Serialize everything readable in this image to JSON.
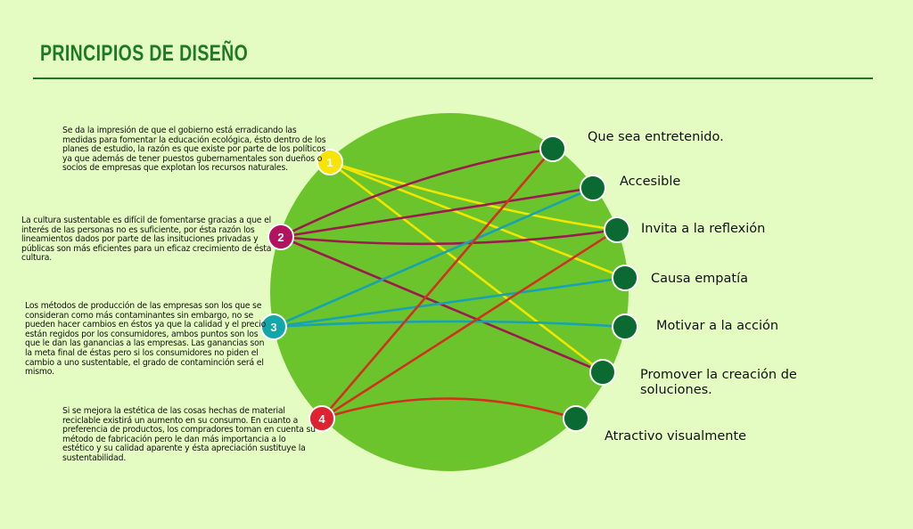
{
  "title": "PRINCIPIOS DE DISEÑO",
  "left_nodes": [
    {
      "number": "1",
      "color": "#f7e400",
      "line_color": "#f2e600",
      "text": "Se da la impresión de que el gobierno está erradicando las medidas para fomentar la educación ecológica, ésto dentro de los planes de estudio, la razón es que existe por parte de los políticos ya que además de tener puestos gubernamentales son dueños o socios de empresas que explotan los recursos naturales."
    },
    {
      "number": "2",
      "color": "#b3125f",
      "line_color": "#9c1a50",
      "text": "La cultura sustentable es difícil de fomentarse gracias a que el interés de las personas no es suficiente, por ésta razón los lineamientos dados por parte de las insituciones privadas y públicas son más eficientes para un eficaz crecimiento de ésta cultura."
    },
    {
      "number": "3",
      "color": "#13a6a8",
      "line_color": "#17a3b0",
      "text": "Los métodos de producción de las empresas son los que se consideran como más contaminantes sin embargo, no se pueden hacer cambios en éstos ya que la calidad y el precio están regidos por los consumidores, ambos puntos son los que le dan las ganancias a las empresas. Las ganancias son la meta final de éstas pero si los consumidores no piden el cambio a uno sustentable, el grado de contaminción será el mismo."
    },
    {
      "number": "4",
      "color": "#de2230",
      "line_color": "#d0321e",
      "text": "Si se mejora la estética de las cosas hechas de material reciclable existirá un aumento en su consumo. En cuanto a preferencia de productos, los compradores toman en cuenta su método de fabricación pero le dan más importancia a lo estético y su calidad aparente y ésta apreciación sustituye la sustentabilidad."
    }
  ],
  "right_nodes": [
    {
      "label": "Que sea entretenido."
    },
    {
      "label": "Accesible"
    },
    {
      "label": "Invita a la reflexión"
    },
    {
      "label": "Causa empatía"
    },
    {
      "label": "Motivar a la acción"
    },
    {
      "label": "Promover la creación de soluciones."
    },
    {
      "label": "Atractivo visualmente"
    }
  ],
  "connections": [
    {
      "from": 0,
      "to": 2
    },
    {
      "from": 0,
      "to": 3
    },
    {
      "from": 0,
      "to": 5
    },
    {
      "from": 1,
      "to": 0
    },
    {
      "from": 1,
      "to": 1
    },
    {
      "from": 1,
      "to": 2
    },
    {
      "from": 1,
      "to": 5
    },
    {
      "from": 2,
      "to": 1
    },
    {
      "from": 2,
      "to": 3
    },
    {
      "from": 2,
      "to": 4
    },
    {
      "from": 3,
      "to": 0
    },
    {
      "from": 3,
      "to": 2
    },
    {
      "from": 3,
      "to": 6
    }
  ],
  "colors": {
    "background": "#e4fcc2",
    "circle": "#6bc42c",
    "right_node": "#0b6a32",
    "title": "#1e7a22"
  }
}
